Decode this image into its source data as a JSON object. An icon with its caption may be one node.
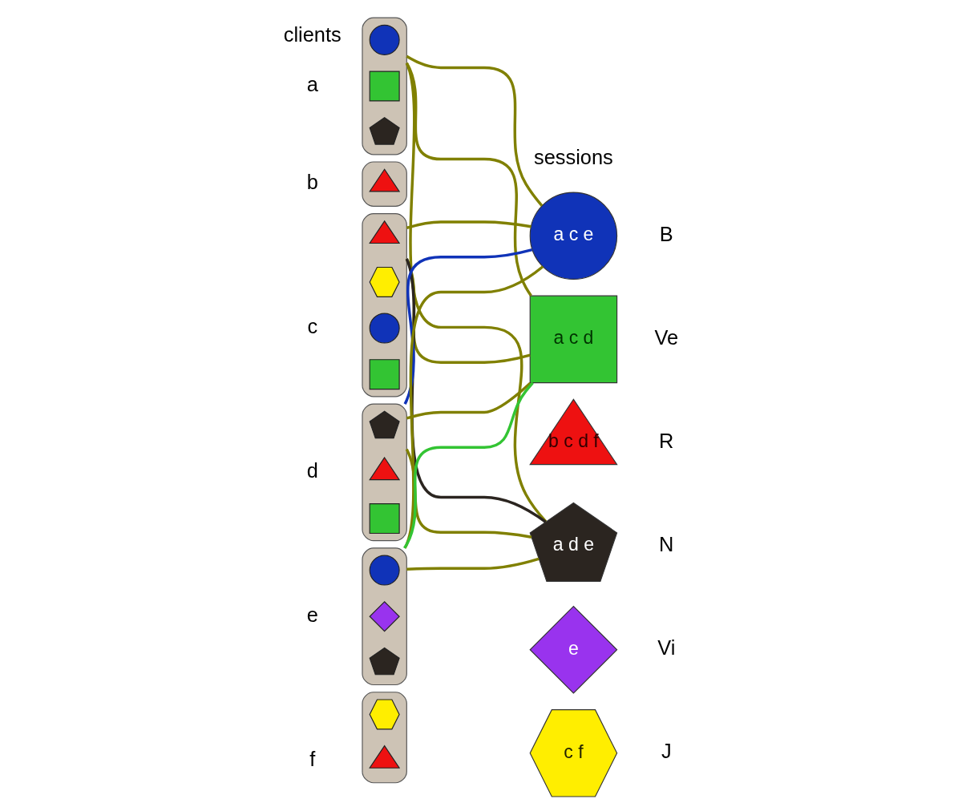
{
  "diagram": {
    "nodes": [
      {
        "text": [],
        "shape": "ellipse",
        "beside": [
          "a"
        ]
      },
      {
        "text": [],
        "shape": "circle",
        "in": 0
      },
      {
        "text": [],
        "shape": "box",
        "in": 0
      },
      {
        "text": [],
        "shape": "pentagon",
        "in": 0
      },
      {
        "text": [],
        "shape": "ellipse",
        "beside": [
          "b"
        ]
      },
      {
        "text": [],
        "shape": "triangle",
        "in": 4
      },
      {
        "text": [],
        "shape": "ellipse",
        "beside": [
          "c"
        ]
      },
      {
        "text": [],
        "shape": "triangle",
        "in": 6
      },
      {
        "text": [],
        "shape": "hexagon",
        "in": 6
      },
      {
        "text": [],
        "shape": "circle",
        "in": 6
      },
      {
        "text": [],
        "shape": "box",
        "in": 6
      },
      {
        "text": [],
        "shape": "ellipse",
        "beside": [
          "d"
        ]
      },
      {
        "text": [],
        "shape": "pentagon",
        "in": 11
      },
      {
        "text": [],
        "shape": "triangle",
        "in": 11
      },
      {
        "text": [],
        "shape": "box",
        "in": 11
      },
      {
        "text": [],
        "shape": "ellipse",
        "beside": [
          "e"
        ]
      },
      {
        "text": [],
        "shape": "circle",
        "in": 15
      },
      {
        "text": [],
        "shape": "diamond",
        "in": 15
      },
      {
        "text": [],
        "shape": "pentagon",
        "in": 15
      },
      {
        "text": [],
        "shape": "ellipse",
        "beside": [
          "f"
        ]
      },
      {
        "text": [],
        "shape": "hexagon",
        "in": 19
      },
      {
        "text": [],
        "shape": "triangle",
        "in": 19
      },
      {
        "text": [
          "a c e"
        ],
        "beside": [
          "B"
        ]
      },
      {
        "text": [
          "a c d"
        ],
        "beside": [
          "Ve"
        ]
      },
      {
        "text": [
          "b c d f"
        ],
        "beside": [
          "R"
        ]
      },
      {
        "text": [
          "a d e"
        ],
        "beside": [
          "N"
        ]
      },
      {
        "text": [
          "e"
        ],
        "beside": [
          "Vi"
        ]
      },
      {
        "text": [
          "c f"
        ],
        "beside": [
          "J"
        ]
      }
    ],
    "edges": [
      {
        "from": 0,
        "to": 22,
        "arrow": "none"
      },
      {
        "from": 0,
        "to": 23,
        "arrow": "none"
      },
      {
        "from": 0,
        "to": 25,
        "arrow": "none"
      },
      {
        "from": 6,
        "to": 22,
        "arrow": "none"
      },
      {
        "from": 6,
        "to": 23,
        "arrow": "none"
      },
      {
        "from": 6,
        "to": 25,
        "arrow": "none",
        "color": "#2b2520"
      },
      {
        "from": 11,
        "to": 22,
        "arrow": "none",
        "color": "#1033b8"
      },
      {
        "from": 11,
        "to": 23,
        "arrow": "none"
      },
      {
        "from": 11,
        "to": 25,
        "arrow": "none"
      },
      {
        "from": 15,
        "to": 22,
        "arrow": "none"
      },
      {
        "from": 15,
        "to": 23,
        "arrow": "none",
        "color": "#33c433"
      },
      {
        "from": 15,
        "to": 25,
        "arrow": "none"
      }
    ],
    "labels": [
      "clients",
      "sessions"
    ]
  }
}
